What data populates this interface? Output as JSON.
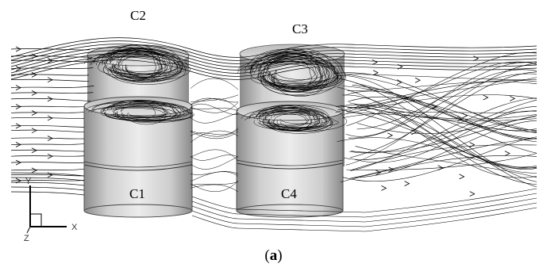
{
  "figure": {
    "cylinders": [
      {
        "id": "C1",
        "label": "C1"
      },
      {
        "id": "C2",
        "label": "C2"
      },
      {
        "id": "C3",
        "label": "C3"
      },
      {
        "id": "C4",
        "label": "C4"
      }
    ],
    "axes": {
      "x": "X",
      "y": "Y",
      "z": "Z"
    },
    "caption": {
      "open": "(",
      "letter": "a",
      "close": ")"
    },
    "colors": {
      "cylinder_light": "#e6e6e6",
      "cylinder_dark": "#8e8e8e",
      "streamline": "#000000"
    }
  }
}
